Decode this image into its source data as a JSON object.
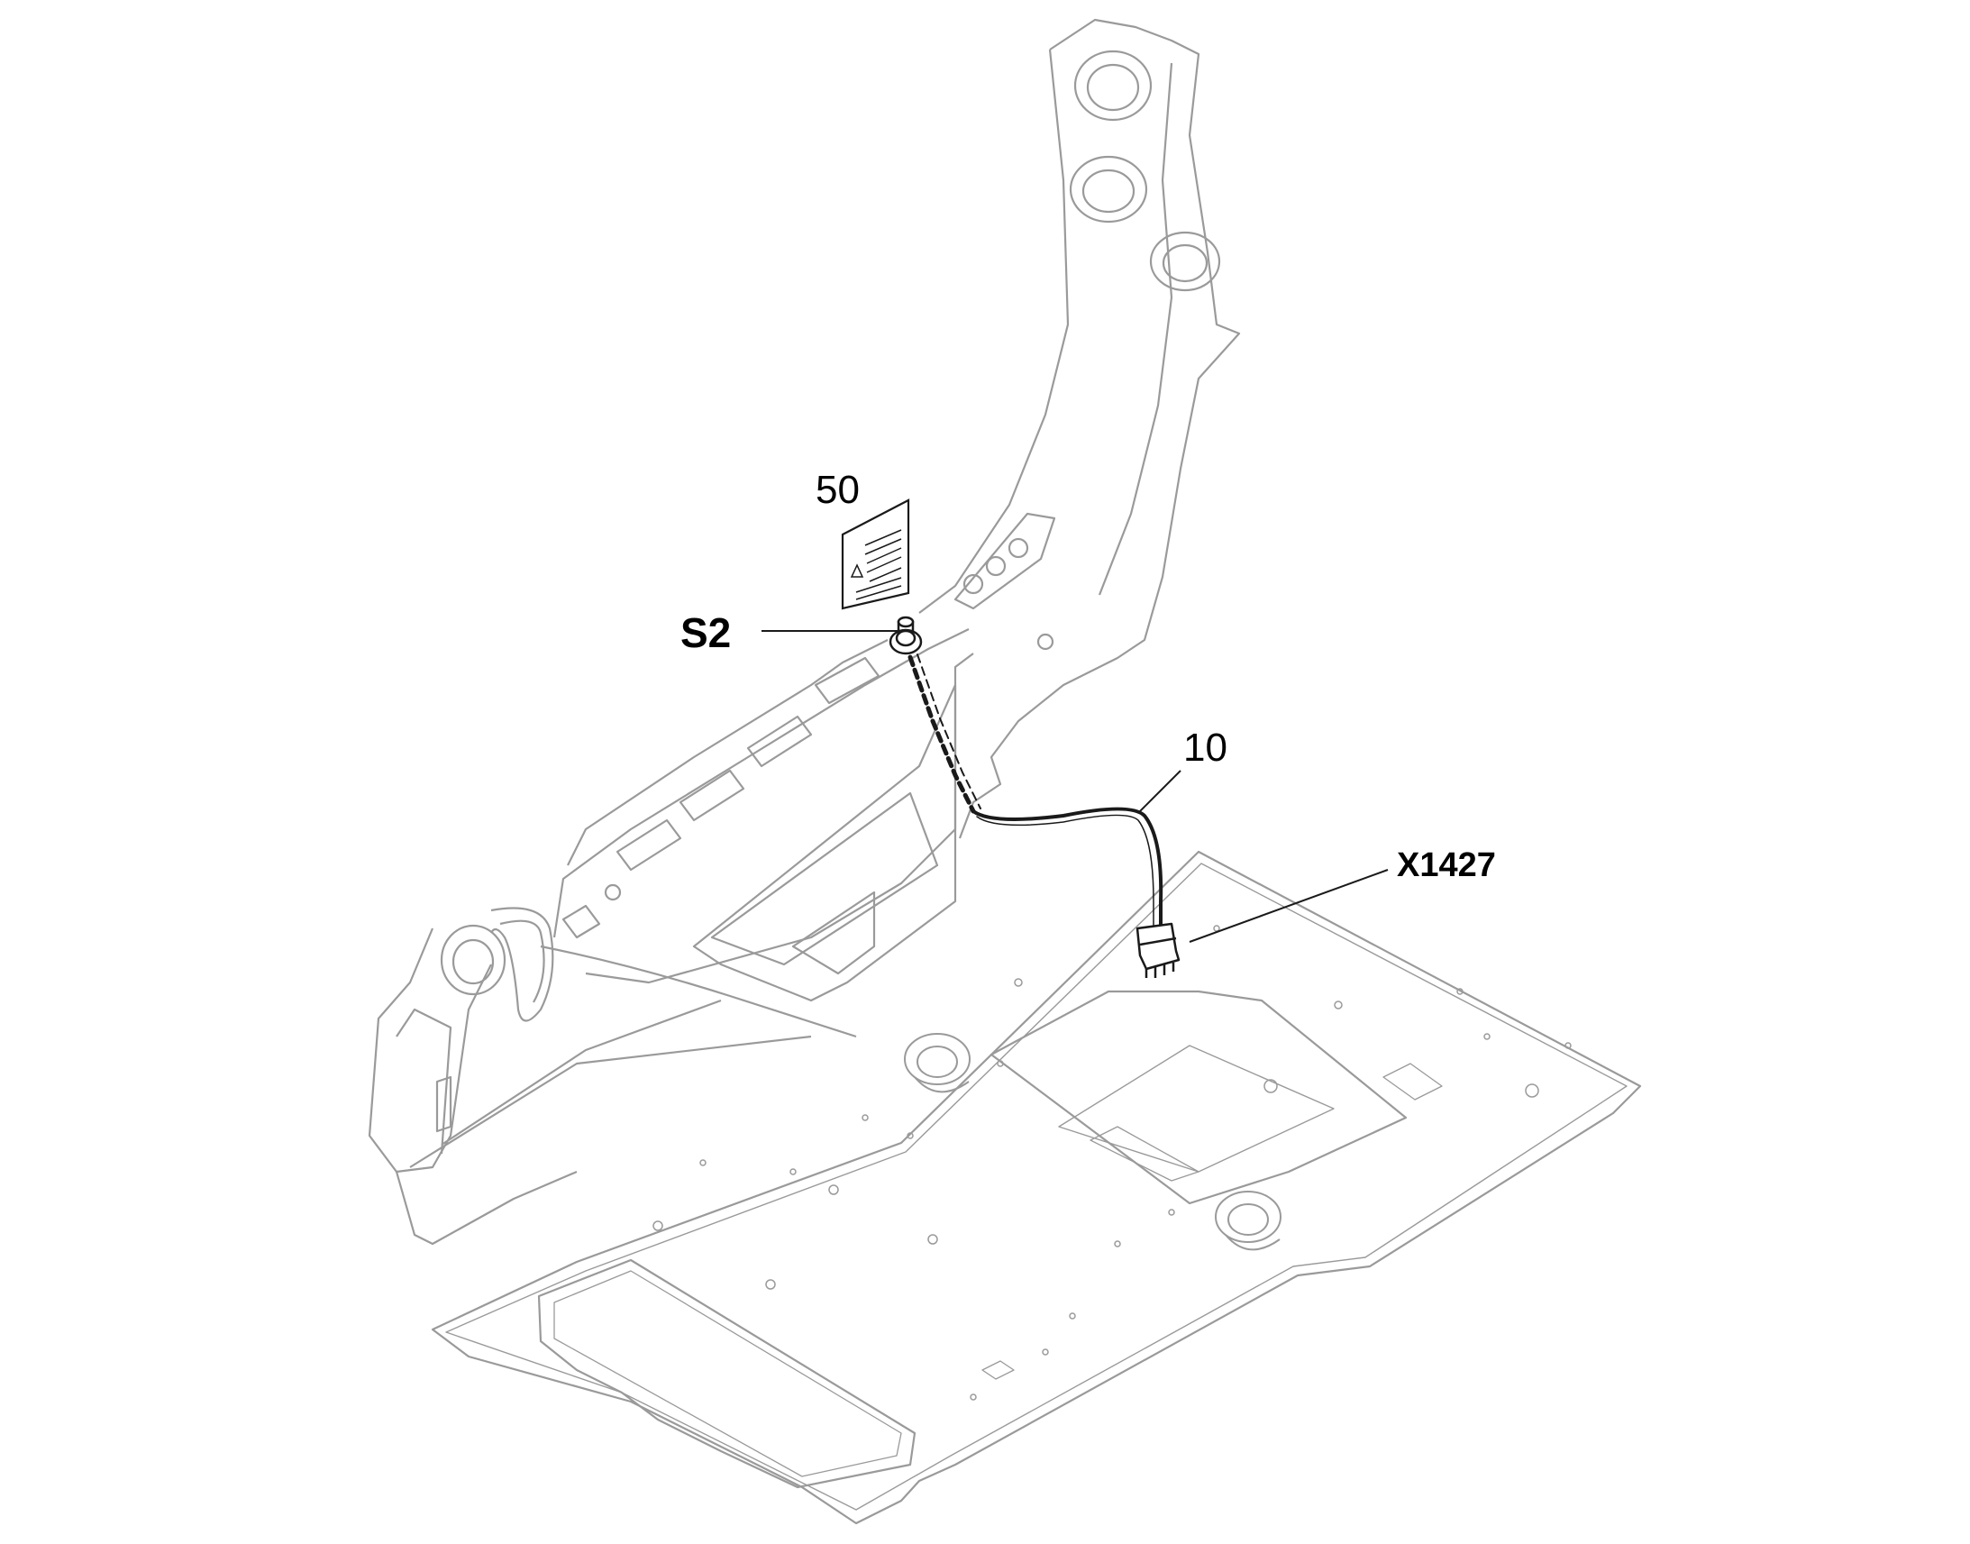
{
  "callouts": {
    "label_sticker": "50",
    "switch": "S2",
    "harness": "10",
    "connector": "X1427"
  },
  "colors": {
    "line_light": "#9a9a9a",
    "line_dark": "#1a1a1a",
    "background": "#ffffff"
  }
}
